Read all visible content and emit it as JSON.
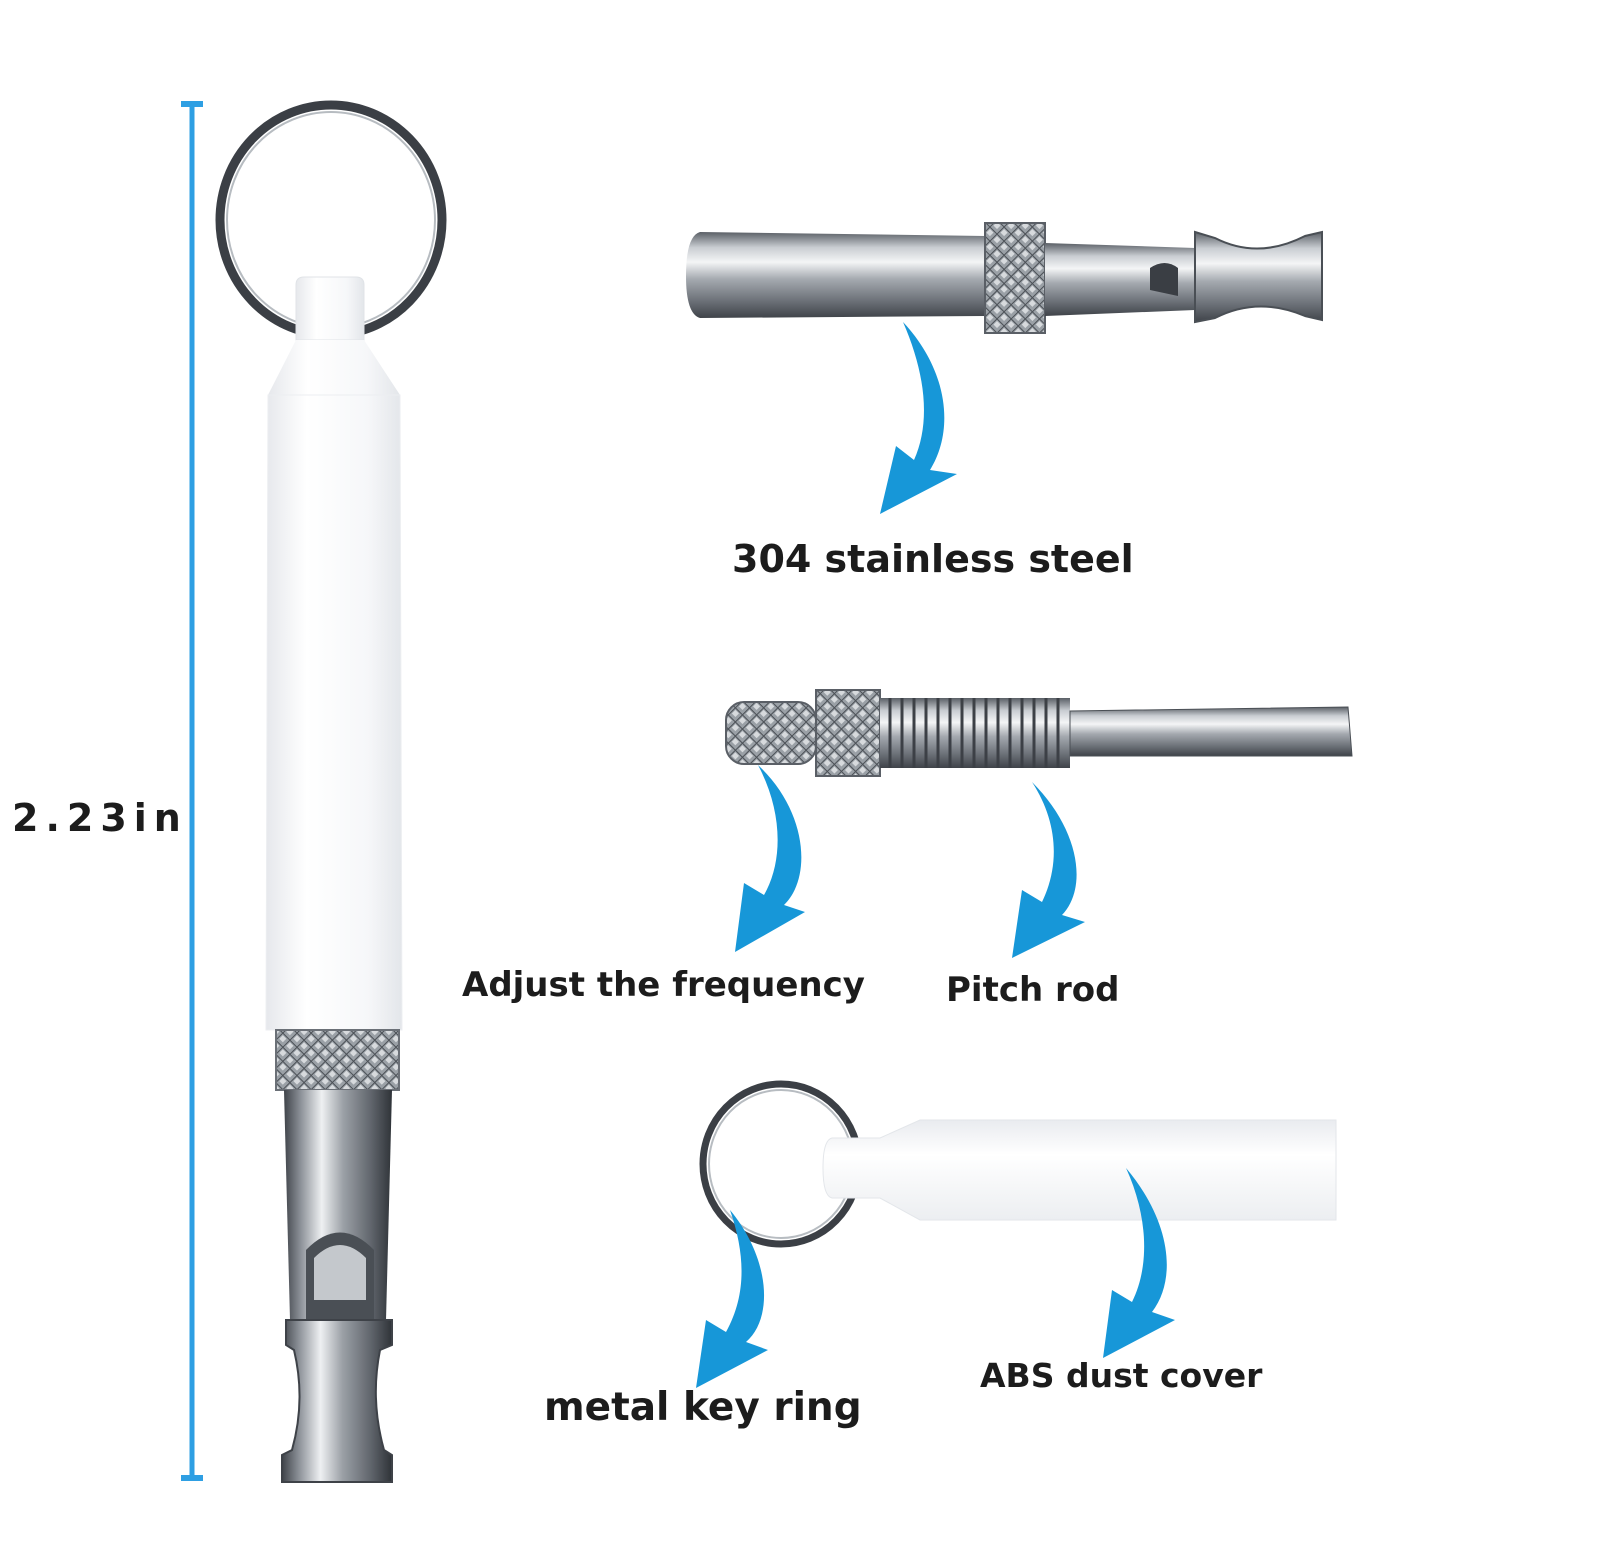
{
  "dimension": {
    "label": "2.23in",
    "color": "#2e9fe3"
  },
  "callouts": {
    "stainless_steel": "304 stainless steel",
    "adjust_frequency": "Adjust the frequency",
    "pitch_rod": "Pitch rod",
    "key_ring": "metal key ring",
    "dust_cover": "ABS dust cover"
  },
  "colors": {
    "arrow": "#1797d8",
    "steel": "#9aa0a6",
    "cover": "#f1f2f4"
  }
}
